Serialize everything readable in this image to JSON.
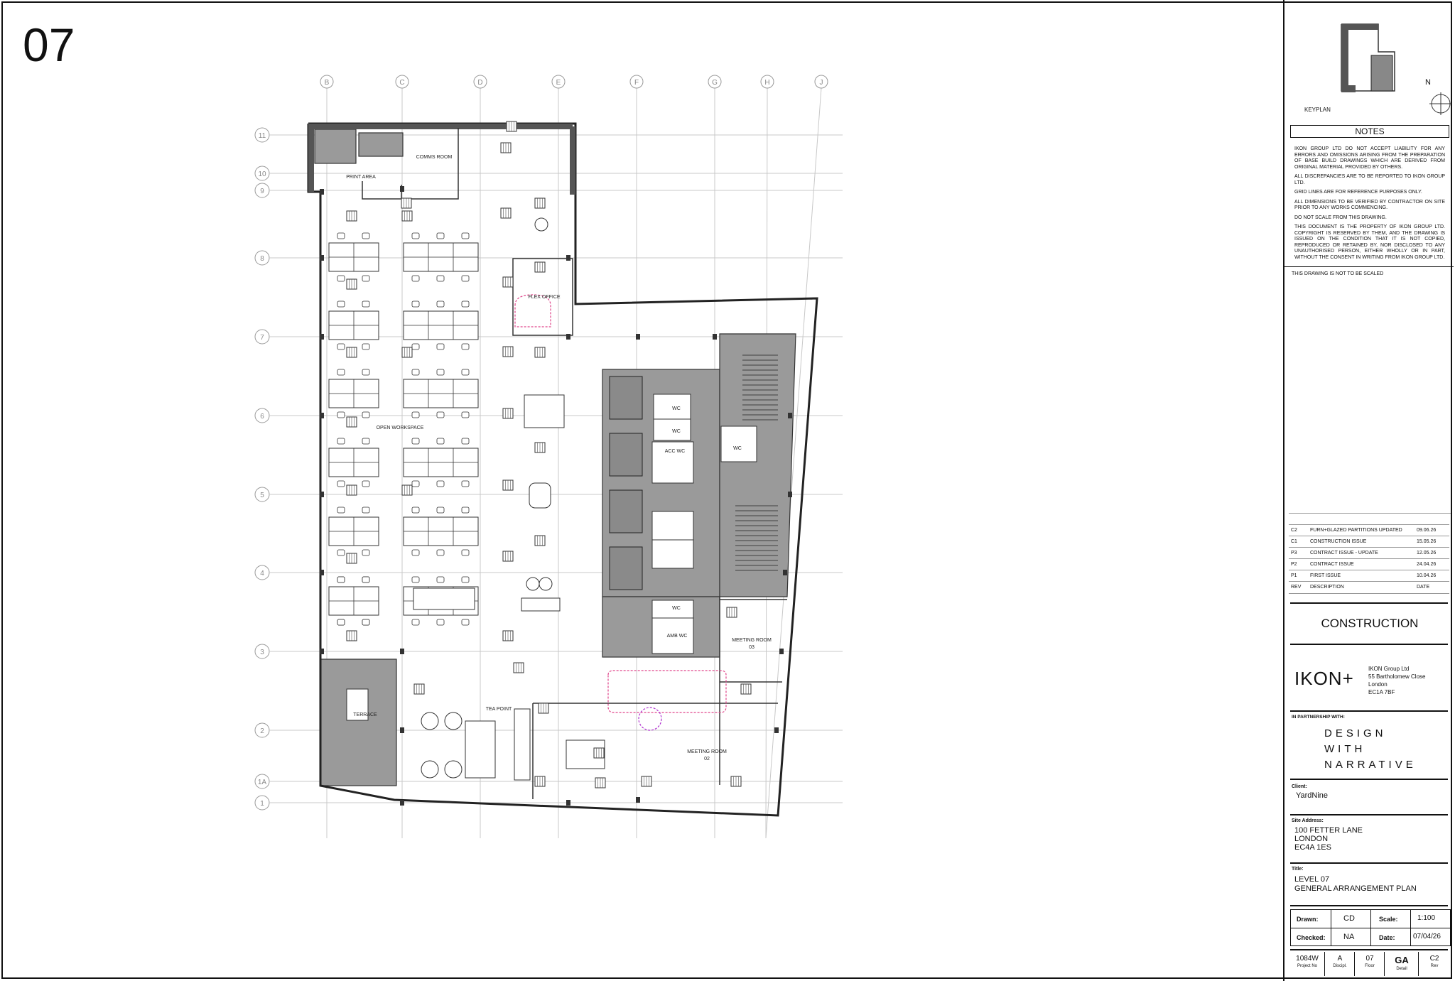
{
  "sheet": {
    "level_number": "07"
  },
  "grid": {
    "columns": [
      "B",
      "C",
      "D",
      "E",
      "F",
      "G",
      "H",
      "J"
    ],
    "rows": [
      "11",
      "10",
      "9",
      "8",
      "7",
      "6",
      "5",
      "4",
      "3",
      "2",
      "1A",
      "1"
    ]
  },
  "rooms": {
    "print_area": "PRINT AREA",
    "comms_room": "COMMS ROOM",
    "flex_office": "FLEX OFFICE",
    "open_workspace": "OPEN WORKSPACE",
    "acc_wc": "ACC WC",
    "wc": "WC",
    "wc_a": "WC",
    "wc_b": "WC",
    "wc_c": "WC",
    "amb_wc": "AMB WC",
    "meeting_room_03_a": "MEETING ROOM",
    "meeting_room_03_b": "03",
    "meeting_room_02_a": "MEETING ROOM",
    "meeting_room_02_b": "02",
    "tea_point": "TEA POINT",
    "terrace": "TERRACE"
  },
  "keyplan": {
    "label": "KEYPLAN",
    "north": "N"
  },
  "notes": {
    "heading": "NOTES",
    "items": [
      "IKON GROUP LTD DO NOT ACCEPT LIABILITY FOR ANY ERRORS AND OMISSIONS ARISING FROM THE PREPARATION OF BASE BUILD DRAWINGS WHICH ARE DERIVED FROM ORIGINAL MATERIAL PROVIDED BY OTHERS.",
      "ALL DISCREPANCIES ARE TO BE REPORTED TO IKON GROUP LTD.",
      "GRID LINES ARE FOR REFERENCE PURPOSES ONLY.",
      "ALL DIMENSIONS TO BE VERIFIED BY CONTRACTOR ON SITE PRIOR TO ANY WORKS COMMENCING.",
      "DO NOT SCALE FROM THIS DRAWING.",
      "THIS DOCUMENT IS THE PROPERTY OF IKON GROUP LTD. COPYRIGHT IS RESERVED BY THEM, AND THE DRAWING IS ISSUED ON THE CONDITION THAT IT IS NOT COPIED, REPRODUCED OR RETAINED BY, NOR DISCLOSED TO ANY UNAUTHORISED PERSON, EITHER WHOLLY OR IN PART, WITHOUT THE CONSENT IN WRITING FROM IKON GROUP LTD."
    ],
    "not_to_scale": "THIS DRAWING IS NOT TO BE SCALED"
  },
  "revisions": {
    "rows": [
      {
        "rev": "C2",
        "description": "FURN+GLAZED PARTITIONS UPDATED",
        "date": "09.06.26"
      },
      {
        "rev": "C1",
        "description": "CONSTRUCTION ISSUE",
        "date": "15.05.26"
      },
      {
        "rev": "P3",
        "description": "CONTRACT ISSUE - UPDATE",
        "date": "12.05.26"
      },
      {
        "rev": "P2",
        "description": "CONTRACT ISSUE",
        "date": "24.04.26"
      },
      {
        "rev": "P1",
        "description": "FIRST ISSUE",
        "date": "10.04.26"
      }
    ],
    "header": {
      "rev": "REV",
      "description": "DESCRIPTION",
      "date": "DATE"
    }
  },
  "status": "CONSTRUCTION",
  "company": {
    "logo": "IKON+",
    "address": [
      "IKON Group Ltd",
      "55 Bartholomew Close",
      "London",
      "EC1A 7BF"
    ]
  },
  "partnership": {
    "label": "IN PARTNERSHIP WITH:",
    "lines": [
      "DESIGN",
      "WITH",
      "NARRATIVE"
    ]
  },
  "client": {
    "label": "Client:",
    "value": "YardNine"
  },
  "site": {
    "label": "Site Address:",
    "lines": [
      "100 FETTER LANE",
      "LONDON",
      "EC4A 1ES"
    ]
  },
  "title": {
    "label": "Title:",
    "lines": [
      "LEVEL 07",
      "GENERAL ARRANGEMENT PLAN"
    ]
  },
  "drawn": {
    "label": "Drawn:",
    "value": "CD"
  },
  "scale": {
    "label": "Scale:",
    "value": "1:100"
  },
  "checked": {
    "label": "Checked:",
    "value": "NA"
  },
  "date": {
    "label": "Date:",
    "value": "07/04/26"
  },
  "drawing_number": [
    {
      "value": "1084W",
      "label": "Project No"
    },
    {
      "value": "A",
      "label": "Discipl."
    },
    {
      "value": "07",
      "label": "Floor"
    },
    {
      "value": "GA",
      "label": "Detail"
    },
    {
      "value": "C2",
      "label": "Rev"
    }
  ]
}
